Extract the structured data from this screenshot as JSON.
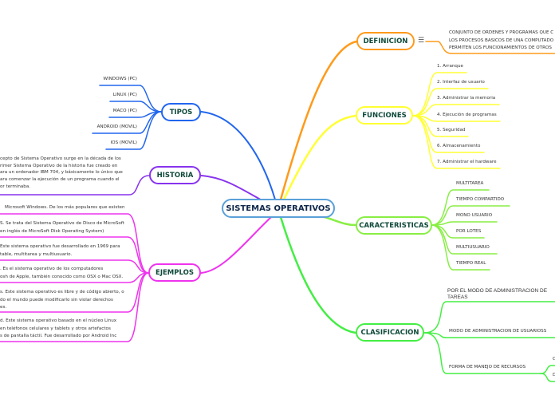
{
  "central": "SISTEMAS OPERATIVOS",
  "definicion": {
    "label": "DEFINICION",
    "note_icon": "notes-icon",
    "text": [
      "CONJUNTO DE ORDENES Y PROGRAMAS QUE C",
      "LOS PROCESOS BASICOS DE UNA COMPUTADO",
      "PERMITEN LOS FUNCIONAMIENTOS DE OTROS"
    ],
    "color": "#ff9a1a"
  },
  "funciones": {
    "label": "FUNCIONES",
    "items": [
      "1. Arranque",
      "2. Interfaz de usuario",
      "3. Administrar la memoria",
      "4. Ejecución de programas",
      "5. Seguridad",
      "6. Almacenamiento",
      "7. Administrar el hardware"
    ],
    "color": "#ffff33"
  },
  "caracteristicas": {
    "label": "CARACTERISTICAS",
    "items": [
      "MULTITAREA",
      "TIEMPO COMPARTIDO",
      "MONO USUARIO",
      "POR LOTES",
      "MULTIUSUARIO",
      "TIEMPO REAL"
    ],
    "color": "#88ee44"
  },
  "clasificacion": {
    "label": "CLASIFICACION",
    "items": [
      "POR EL MODO DE ADMINISTRACION DE TAREAS",
      "MODO DE ADMINISTRACION DE USUARIOSS",
      "FORMA DE MANEJO DE RECURSOS"
    ],
    "sub": [
      "C",
      "D"
    ],
    "color": "#44ee44"
  },
  "tipos": {
    "label": "TIPOS",
    "items": [
      "WINDOWS (PC)",
      "LINUX (PC)",
      "MACO (PC)",
      "ANDROID (MOVIL)",
      "IOS (MOVIL)"
    ],
    "color": "#2266ee"
  },
  "historia": {
    "label": "HISTORIA",
    "text": [
      "cepto de Sistema Operativo surge en la década de los",
      "rimer Sistema Operativo de la historia fue creado en",
      "ara un ordenador IBM 704, y básicamente lo único que",
      "ara comenzar la ejecución de un programa cuando el",
      "or terminaba."
    ],
    "color": "#8833ee"
  },
  "ejemplos": {
    "label": "EJEMPLOS",
    "items": [
      [
        "Microsoft Windows. De los más populares que existen"
      ],
      [
        "S. Se trata del Sistema Operativo de Disco de MicroSoft",
        "en inglés de MicroSoft Disk Operating System)"
      ],
      [
        "Este sistema operativo fue desarrollado en 1969 para",
        "table, multitarea y multiusuario."
      ],
      [
        ". Es el sistema operativo de los computadores",
        "osh de Apple, también conocido como OSX o Mac OSX."
      ],
      [
        "s. Este sistema operativo es libre y de código abierto, o",
        "do el mundo puede modificarlo sin violar derechos",
        "es."
      ],
      [
        "d. Este sistema operativo basado en el núcleo Linux",
        "en teléfonos celulares y tablets y otros artefactos",
        "s de pantalla táctil. Fue desarrollado por Android Inc"
      ]
    ],
    "color": "#ee33ee"
  }
}
